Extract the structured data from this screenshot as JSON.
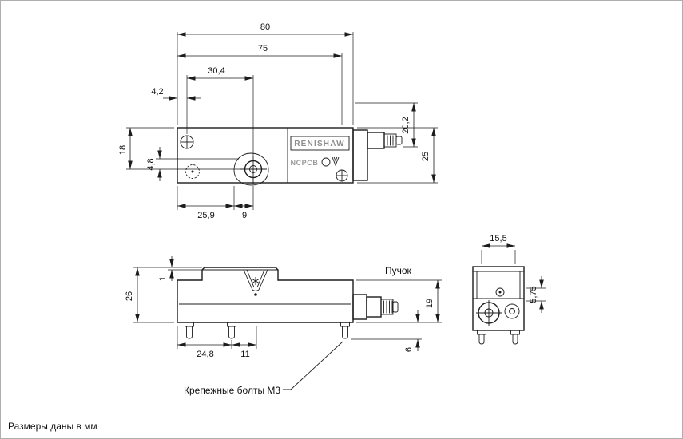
{
  "device": {
    "brand": "RENISHAW",
    "model": "NCPCB"
  },
  "labels": {
    "beam": "Пучок",
    "bolts": "Крепежные болты M3",
    "units_note": "Размеры даны в мм"
  },
  "colors": {
    "drawing_line": "#1c1c1c",
    "brand_text": "#8e8e8e"
  },
  "dims": {
    "top": {
      "d80": "80",
      "d75": "75",
      "d30_4": "30,4",
      "d4_2": "4,2",
      "d18": "18",
      "d4_8": "4,8",
      "d20_2": "20,2",
      "d25": "25",
      "d25_9": "25,9",
      "d9": "9"
    },
    "side": {
      "d1": "1",
      "d26": "26",
      "d24_8": "24,8",
      "d11": "11",
      "d19": "19",
      "d6": "6"
    },
    "end": {
      "d15_5": "15,5",
      "d5_75": "5,75"
    }
  }
}
